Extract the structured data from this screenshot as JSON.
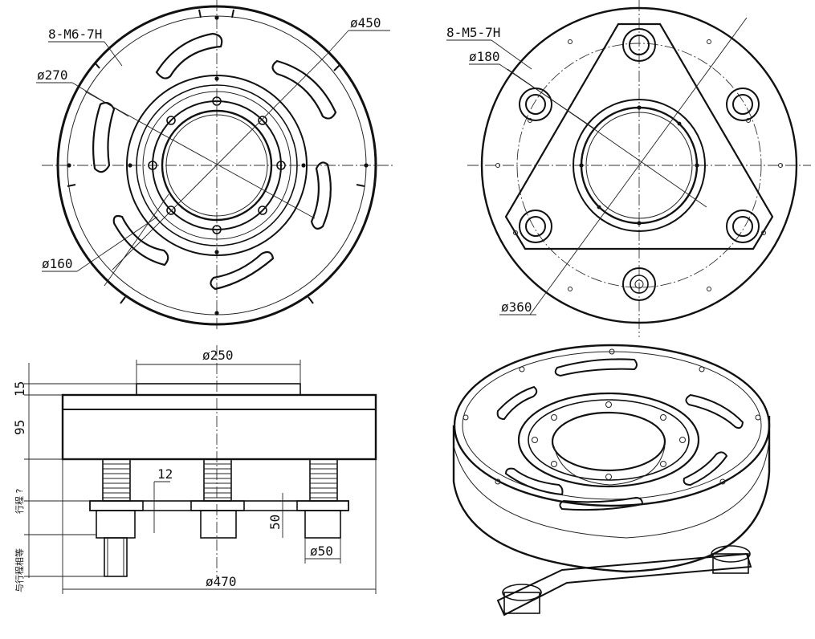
{
  "views": {
    "top_left": {
      "thread_label": "8-M6-7H",
      "dia_outer": "ø450",
      "dia_mid": "ø270",
      "dia_inner": "ø160"
    },
    "top_right": {
      "thread_label": "8-M5-7H",
      "dia_inner": "ø180",
      "dia_outer": "ø360"
    },
    "side": {
      "dia_top": "ø250",
      "dim_top": "15",
      "dim_body": "95",
      "dim_gap": "12",
      "dim_foot": "50",
      "dia_foot": "ø50",
      "dia_overall": "ø470",
      "note_stroke": "行程 ?",
      "note_shaft": "与行程相等"
    },
    "iso": {}
  }
}
